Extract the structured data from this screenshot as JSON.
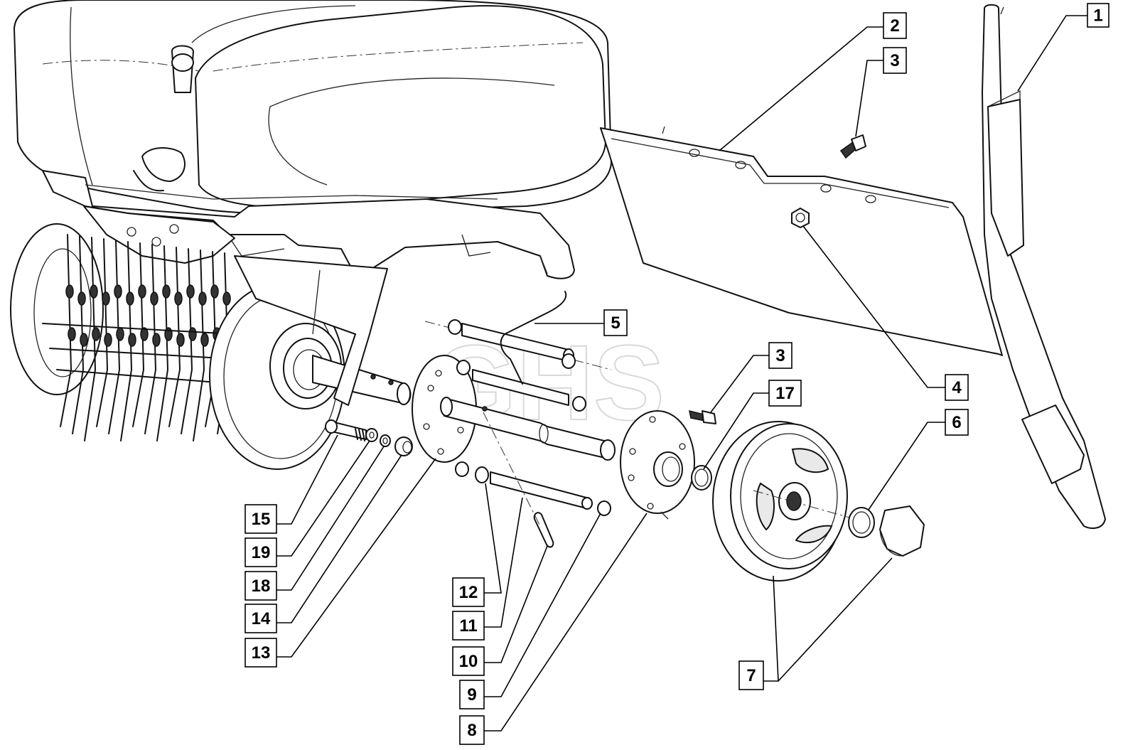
{
  "watermark": "GHS",
  "callouts": [
    {
      "id": "1",
      "label": "1"
    },
    {
      "id": "2",
      "label": "2"
    },
    {
      "id": "3a",
      "label": "3"
    },
    {
      "id": "5",
      "label": "5"
    },
    {
      "id": "3b",
      "label": "3"
    },
    {
      "id": "17",
      "label": "17"
    },
    {
      "id": "4",
      "label": "4"
    },
    {
      "id": "6",
      "label": "6"
    },
    {
      "id": "15",
      "label": "15"
    },
    {
      "id": "19",
      "label": "19"
    },
    {
      "id": "18",
      "label": "18"
    },
    {
      "id": "14",
      "label": "14"
    },
    {
      "id": "13",
      "label": "13"
    },
    {
      "id": "12",
      "label": "12"
    },
    {
      "id": "11",
      "label": "11"
    },
    {
      "id": "10",
      "label": "10"
    },
    {
      "id": "9",
      "label": "9"
    },
    {
      "id": "8",
      "label": "8"
    },
    {
      "id": "7",
      "label": "7"
    }
  ]
}
